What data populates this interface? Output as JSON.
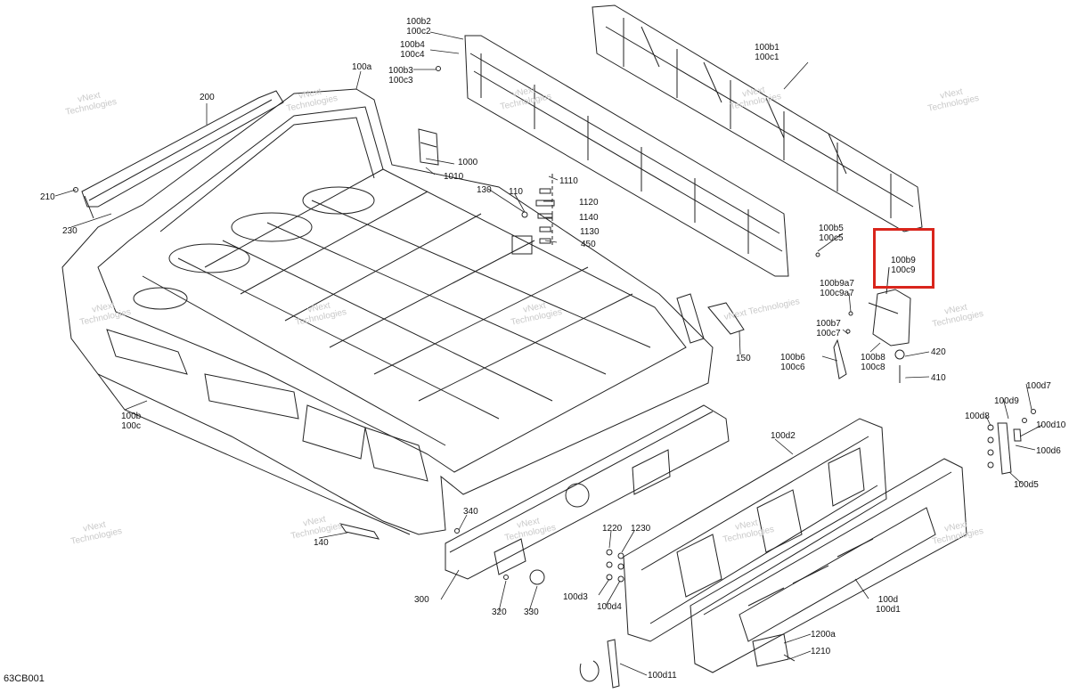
{
  "diagram": {
    "drawing_code": "63CB001",
    "highlight_color": "#d9251c",
    "line_color": "#222222",
    "watermark_color": "#c9c9c9",
    "watermark_line1": "vNext",
    "watermark_line2": "Technologies",
    "watermark_full": "vNext Technologies",
    "callouts": {
      "c100b2": "100b2",
      "c100c2": "100c2",
      "c100b4": "100b4",
      "c100c4": "100c4",
      "c100b3": "100b3",
      "c100c3": "100c3",
      "c100a": "100a",
      "c200": "200",
      "c210": "210",
      "c230": "230",
      "c1000": "1000",
      "c1010": "1010",
      "c130": "130",
      "c110": "110",
      "c1110": "1110",
      "c1120": "1120",
      "c1140": "1140",
      "c1130": "1130",
      "c450": "450",
      "c100b1": "100b1",
      "c100c1": "100c1",
      "c100b5": "100b5",
      "c100c5": "100c5",
      "c100b9": "100b9",
      "c100c9": "100c9",
      "c100b9a7": "100b9a7",
      "c100c9a7": "100c9a7",
      "c100b7": "100b7",
      "c100c7": "100c7",
      "c100b6": "100b6",
      "c100c6": "100c6",
      "c100b8": "100b8",
      "c100c8": "100c8",
      "c420": "420",
      "c410": "410",
      "c150": "150",
      "c100b": "100b",
      "c100c": "100c",
      "c100d7": "100d7",
      "c100d9": "100d9",
      "c100d8": "100d8",
      "c100d10": "100d10",
      "c100d6": "100d6",
      "c100d5": "100d5",
      "c100d2": "100d2",
      "c340": "340",
      "c140": "140",
      "c1220": "1220",
      "c1230": "1230",
      "c300": "300",
      "c100d3": "100d3",
      "c100d4": "100d4",
      "c320": "320",
      "c330": "330",
      "c100d": "100d",
      "c100d1": "100d1",
      "c1200a": "1200a",
      "c1210": "1210",
      "c100d11": "100d11"
    }
  }
}
